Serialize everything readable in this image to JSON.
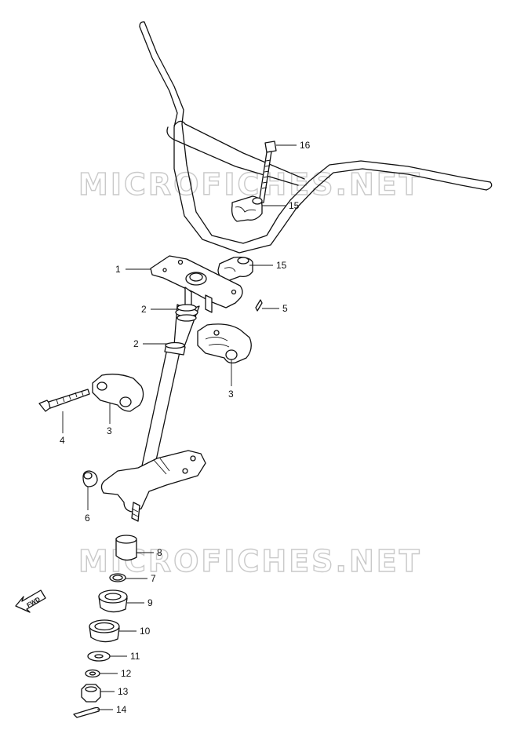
{
  "watermark": {
    "top": "MICROFICHES.NET",
    "bottom": "MICROFICHES.NET"
  },
  "fwd_label": "FWD",
  "callouts": [
    {
      "id": "c16",
      "label": "16"
    },
    {
      "id": "c15a",
      "label": "15"
    },
    {
      "id": "c15b",
      "label": "15"
    },
    {
      "id": "c1",
      "label": "1"
    },
    {
      "id": "c2a",
      "label": "2"
    },
    {
      "id": "c2b",
      "label": "2"
    },
    {
      "id": "c5",
      "label": "5"
    },
    {
      "id": "c3a",
      "label": "3"
    },
    {
      "id": "c3b",
      "label": "3"
    },
    {
      "id": "c4",
      "label": "4"
    },
    {
      "id": "c6",
      "label": "6"
    },
    {
      "id": "c8",
      "label": "8"
    },
    {
      "id": "c7",
      "label": "7"
    },
    {
      "id": "c9",
      "label": "9"
    },
    {
      "id": "c10",
      "label": "10"
    },
    {
      "id": "c11",
      "label": "11"
    },
    {
      "id": "c12",
      "label": "12"
    },
    {
      "id": "c13",
      "label": "13"
    },
    {
      "id": "c14",
      "label": "14"
    }
  ]
}
